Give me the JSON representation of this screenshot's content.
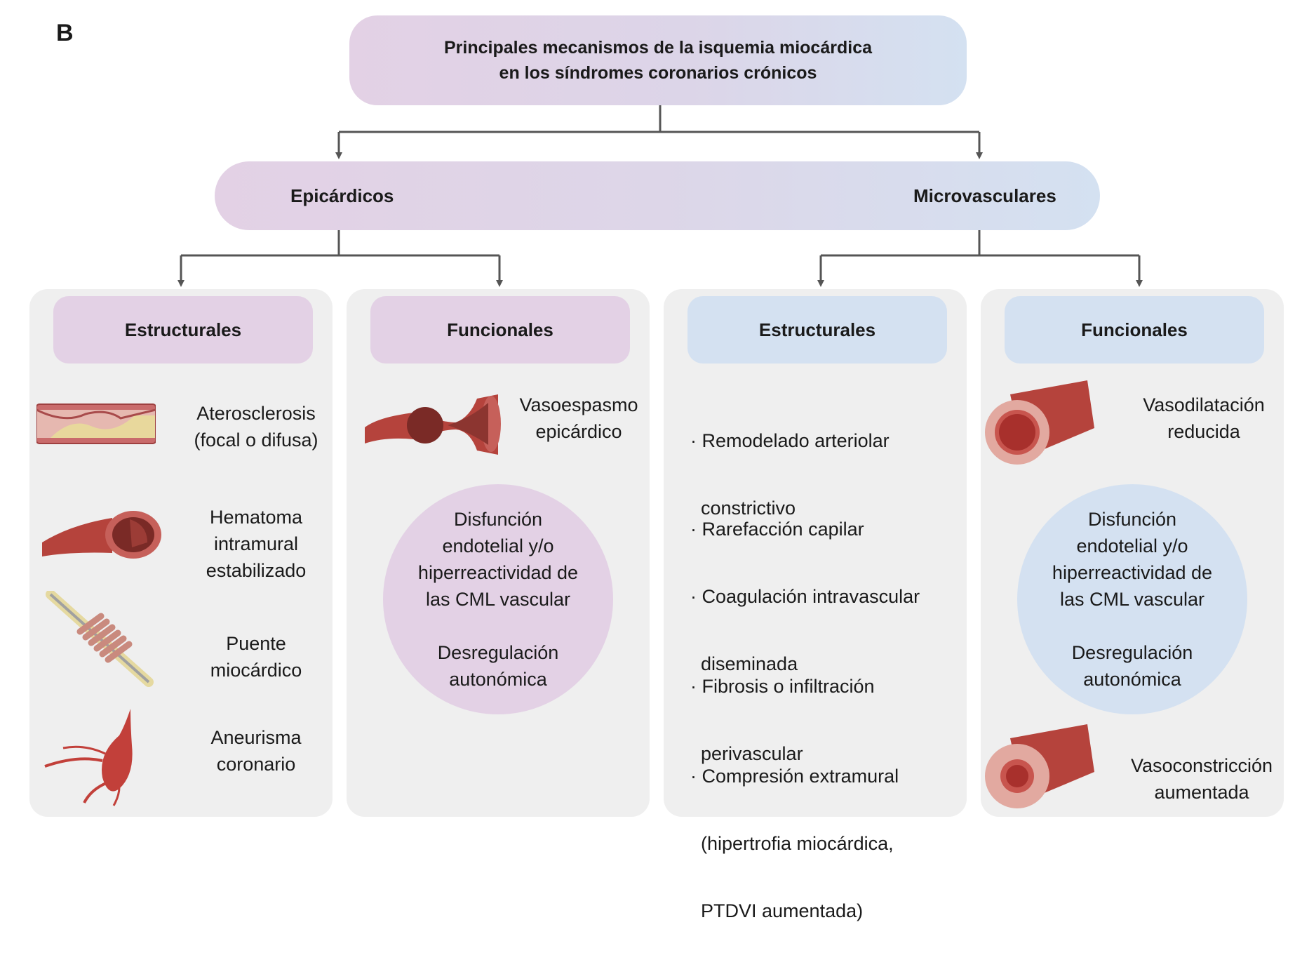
{
  "panel_label": "B",
  "title_lines": [
    "Principales mecanismos de la isquemia miocárdica",
    "en los síndromes coronarios crónicos"
  ],
  "categories": {
    "epicardial": "Epicárdicos",
    "microvascular": "Microvasculares"
  },
  "columns": {
    "epi_structural": {
      "header": "Estructurales",
      "items": [
        {
          "lines": [
            "Aterosclerosis",
            "(focal o difusa)"
          ]
        },
        {
          "lines": [
            "Hematoma",
            "intramural",
            "estabilizado"
          ]
        },
        {
          "lines": [
            "Puente",
            "miocárdico"
          ]
        },
        {
          "lines": [
            "Aneurisma",
            "coronario"
          ]
        }
      ]
    },
    "epi_functional": {
      "header": "Funcionales",
      "result_lines": [
        "Vasoespasmo",
        "epicárdico"
      ],
      "circle_lines_1": [
        "Disfunción",
        "endotelial y/o",
        "hiperreactividad de",
        "las CML vascular"
      ],
      "circle_lines_2": [
        "Desregulación",
        "autonómica"
      ]
    },
    "micro_structural": {
      "header": "Estructurales",
      "items": [
        {
          "lines": [
            "· Remodelado arteriolar",
            "  constrictivo"
          ]
        },
        {
          "lines": [
            "· Rarefacción capilar"
          ]
        },
        {
          "lines": [
            "· Coagulación intravascular",
            "  diseminada"
          ]
        },
        {
          "lines": [
            "· Fibrosis o infiltración",
            "  perivascular"
          ]
        },
        {
          "lines": [
            "· Compresión extramural",
            "  (hipertrofia miocárdica,",
            "  PTDVI aumentada)"
          ]
        }
      ]
    },
    "micro_functional": {
      "header": "Funcionales",
      "top_result_lines": [
        "Vasodilatación",
        "reducida"
      ],
      "circle_lines_1": [
        "Disfunción",
        "endotelial y/o",
        "hiperreactividad de",
        "las CML vascular"
      ],
      "circle_lines_2": [
        "Desregulación",
        "autonómica"
      ],
      "bottom_result_lines": [
        "Vasoconstricción",
        "aumentada"
      ]
    }
  },
  "colors": {
    "pink": "#e3d1e5",
    "blue": "#d4e1f1",
    "vessel_red": "#b5433c",
    "connector": "#555555"
  }
}
